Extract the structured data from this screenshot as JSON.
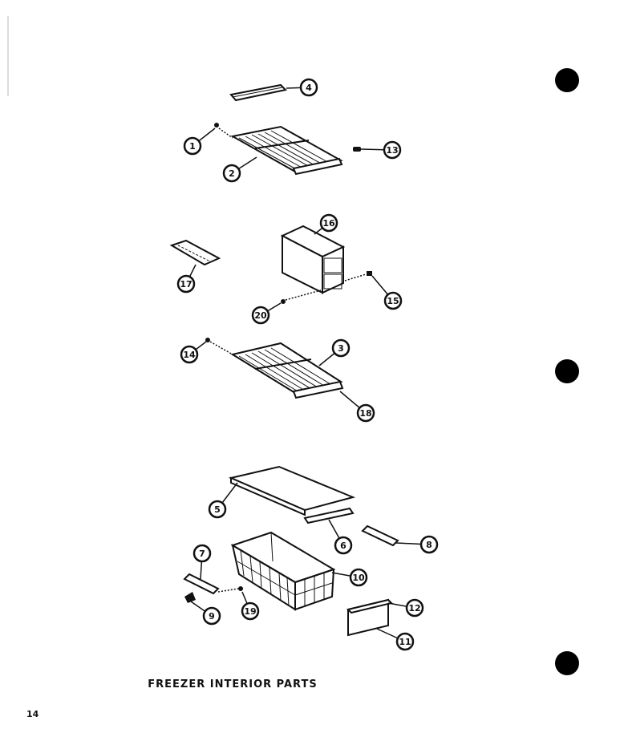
{
  "caption": "FREEZER INTERIOR PARTS",
  "page_number": "14",
  "callouts": [
    {
      "id": "c4",
      "label": "4"
    },
    {
      "id": "c1",
      "label": "1"
    },
    {
      "id": "c13",
      "label": "13"
    },
    {
      "id": "c2",
      "label": "2"
    },
    {
      "id": "c16",
      "label": "16"
    },
    {
      "id": "c17",
      "label": "17"
    },
    {
      "id": "c15",
      "label": "15"
    },
    {
      "id": "c20",
      "label": "20"
    },
    {
      "id": "c14",
      "label": "14"
    },
    {
      "id": "c3",
      "label": "3"
    },
    {
      "id": "c18",
      "label": "18"
    },
    {
      "id": "c5",
      "label": "5"
    },
    {
      "id": "c6",
      "label": "6"
    },
    {
      "id": "c8a",
      "label": "8"
    },
    {
      "id": "c7",
      "label": "7"
    },
    {
      "id": "c10",
      "label": "10"
    },
    {
      "id": "c12",
      "label": "12"
    },
    {
      "id": "c9",
      "label": "9"
    },
    {
      "id": "c19",
      "label": "19"
    },
    {
      "id": "c11",
      "label": "11"
    }
  ],
  "colors": {
    "ink": "#111111",
    "paper": "#ffffff"
  }
}
